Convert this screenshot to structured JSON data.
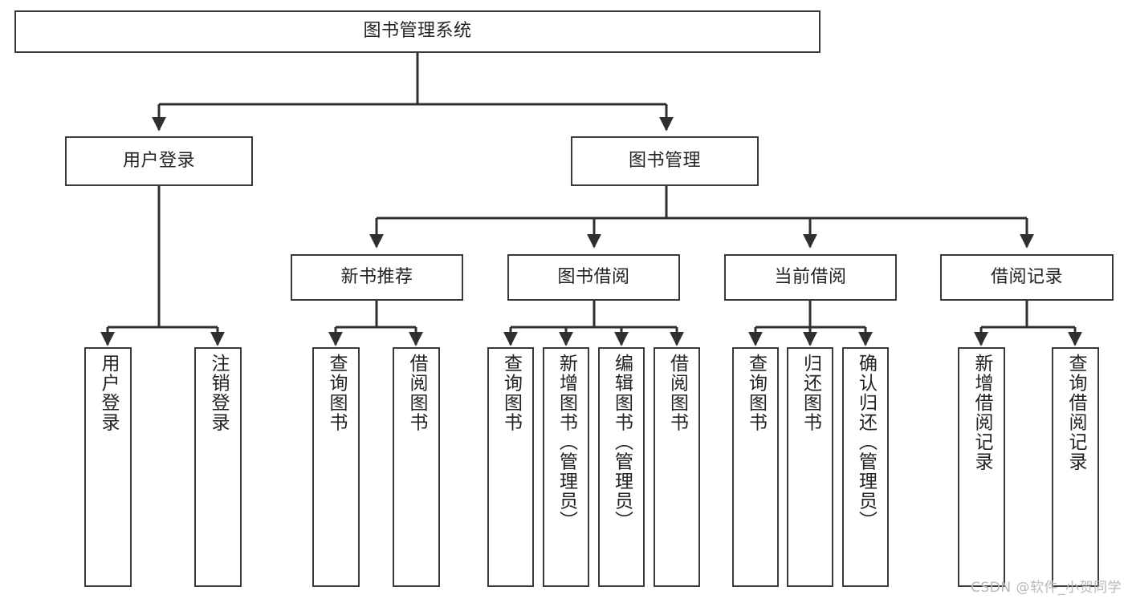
{
  "diagram": {
    "type": "tree-hierarchy-chart",
    "title": "图书管理系统",
    "orientation": "top-down",
    "colors": {
      "box_stroke": "#3a3a3a",
      "box_fill": "#ffffff",
      "edge": "#2f2f2f",
      "text": "#222222",
      "watermark": "#b9b9b9",
      "background": "#ffffff"
    },
    "nodes": {
      "root": {
        "label": "图书管理系统"
      },
      "level2": [
        {
          "id": "user-login",
          "label": "用户登录"
        },
        {
          "id": "book-management",
          "label": "图书管理"
        }
      ],
      "level3": [
        {
          "id": "new-book-recommend",
          "label": "新书推荐"
        },
        {
          "id": "book-borrow",
          "label": "图书借阅"
        },
        {
          "id": "current-borrow",
          "label": "当前借阅"
        },
        {
          "id": "borrow-record",
          "label": "借阅记录"
        }
      ],
      "leaves": {
        "user-login": [
          {
            "id": "leaf-user-login",
            "label": "用户登录"
          },
          {
            "id": "leaf-logout-login",
            "label": "注销登录"
          }
        ],
        "new-book-recommend": [
          {
            "id": "leaf-query-book-1",
            "label": "查询图书"
          },
          {
            "id": "leaf-borrow-book-1",
            "label": "借阅图书"
          }
        ],
        "book-borrow": [
          {
            "id": "leaf-query-book-2",
            "label": "查询图书"
          },
          {
            "id": "leaf-add-book",
            "label": "新增图书（管理员）"
          },
          {
            "id": "leaf-edit-book",
            "label": "编辑图书（管理员）"
          },
          {
            "id": "leaf-borrow-book-2",
            "label": "借阅图书"
          }
        ],
        "current-borrow": [
          {
            "id": "leaf-query-book-3",
            "label": "查询图书"
          },
          {
            "id": "leaf-return-book",
            "label": "归还图书"
          },
          {
            "id": "leaf-confirm-return",
            "label": "确认归还（管理员）"
          }
        ],
        "borrow-record": [
          {
            "id": "leaf-add-record",
            "label": "新增借阅记录"
          },
          {
            "id": "leaf-query-record",
            "label": "查询借阅记录"
          }
        ]
      }
    },
    "watermark": "CSDN @软件_小贺同学"
  }
}
